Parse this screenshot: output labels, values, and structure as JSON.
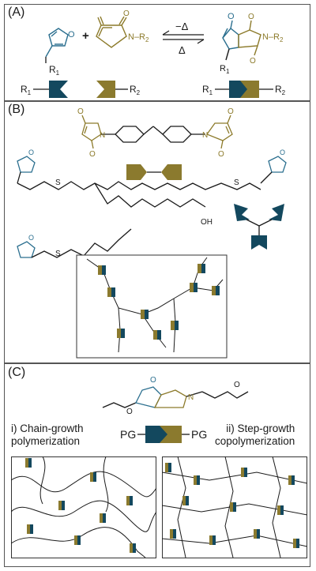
{
  "panels": {
    "a": {
      "label": "(A)",
      "arrow_forward": "−Δ",
      "arrow_back": "Δ",
      "plus": "+",
      "furan_sub": "R",
      "furan_sub_idx": "1",
      "maleimide_sub": "N–R",
      "maleimide_sub_idx": "2",
      "adduct_sub_left": "R",
      "adduct_sub_left_idx": "1",
      "adduct_sub_right": "N–R",
      "adduct_sub_right_idx": "2",
      "sym_r1": "R",
      "sym_r1_idx": "1",
      "sym_r2": "R",
      "sym_r2_idx": "2",
      "sym_adduct_r1": "R",
      "sym_adduct_r1_idx": "1",
      "sym_adduct_r2": "R",
      "sym_adduct_r2_idx": "2",
      "atom_o": "O",
      "atom_n": "N"
    },
    "b": {
      "label": "(B)",
      "atom_o": "O",
      "atom_s": "S",
      "atom_n": "N",
      "oh": "OH"
    },
    "c": {
      "label": "(C)",
      "chain_growth": "i) Chain-growth\npolymerization",
      "chain_growth_line1": "i) Chain-growth",
      "chain_growth_line2": "polymerization",
      "step_growth_line1": "ii) Step-growth",
      "step_growth_line2": "copolymerization",
      "pg_left": "PG",
      "pg_right": "PG",
      "atom_o": "O",
      "atom_n": "N"
    }
  },
  "colors": {
    "furan": "#2b6f8f",
    "maleimide": "#8c7a2a",
    "navy": "#13485e",
    "gold": "#8b7a2e",
    "line": "#1a1a1a"
  }
}
